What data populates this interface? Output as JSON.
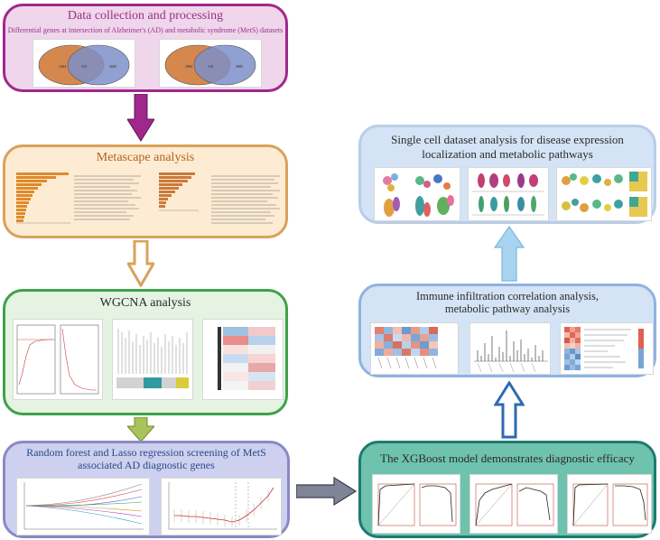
{
  "boxes": {
    "data_collection": {
      "title": "Data collection and processing",
      "subtitle": "Differential genes at intersection of Alzheimer's (AD) and metabolic syndrome (MetS) datasets",
      "venn1": {
        "left": "1464",
        "middle": "153",
        "right": "3045"
      },
      "venn2": {
        "left": "1893",
        "middle": "118",
        "right": "3085"
      }
    },
    "metascape": {
      "title": "Metascape analysis"
    },
    "wgcna": {
      "title": "WGCNA analysis"
    },
    "random_forest": {
      "title": "Random forest and Lasso regression screening of MetS associated AD diagnostic genes"
    },
    "single_cell": {
      "title": "Single cell dataset analysis for disease expression localization and metabolic pathways"
    },
    "immune": {
      "title": "Immune infiltration correlation analysis, metabolic pathway analysis"
    },
    "xgboost": {
      "title": "The XGBoost model demonstrates diagnostic efficacy"
    }
  },
  "colors": {
    "purple_border": "#a0288c",
    "purple_fill": "#efd6ea",
    "orange_border": "#d9a25a",
    "orange_fill": "#fdecd3",
    "green_border": "#3ea24a",
    "green_fill": "#e5f3e3",
    "lavender_border": "#8a88c6",
    "lavender_fill": "#cdd0ee",
    "sky_border": "#8fb3e0",
    "sky_fill": "#d4e3f5",
    "teal_border": "#1d7a6e",
    "teal_fill": "#6fc2ad",
    "title_purple": "#9a2f8f",
    "title_orange": "#b5601d",
    "title_dark": "#2a2a2a"
  }
}
